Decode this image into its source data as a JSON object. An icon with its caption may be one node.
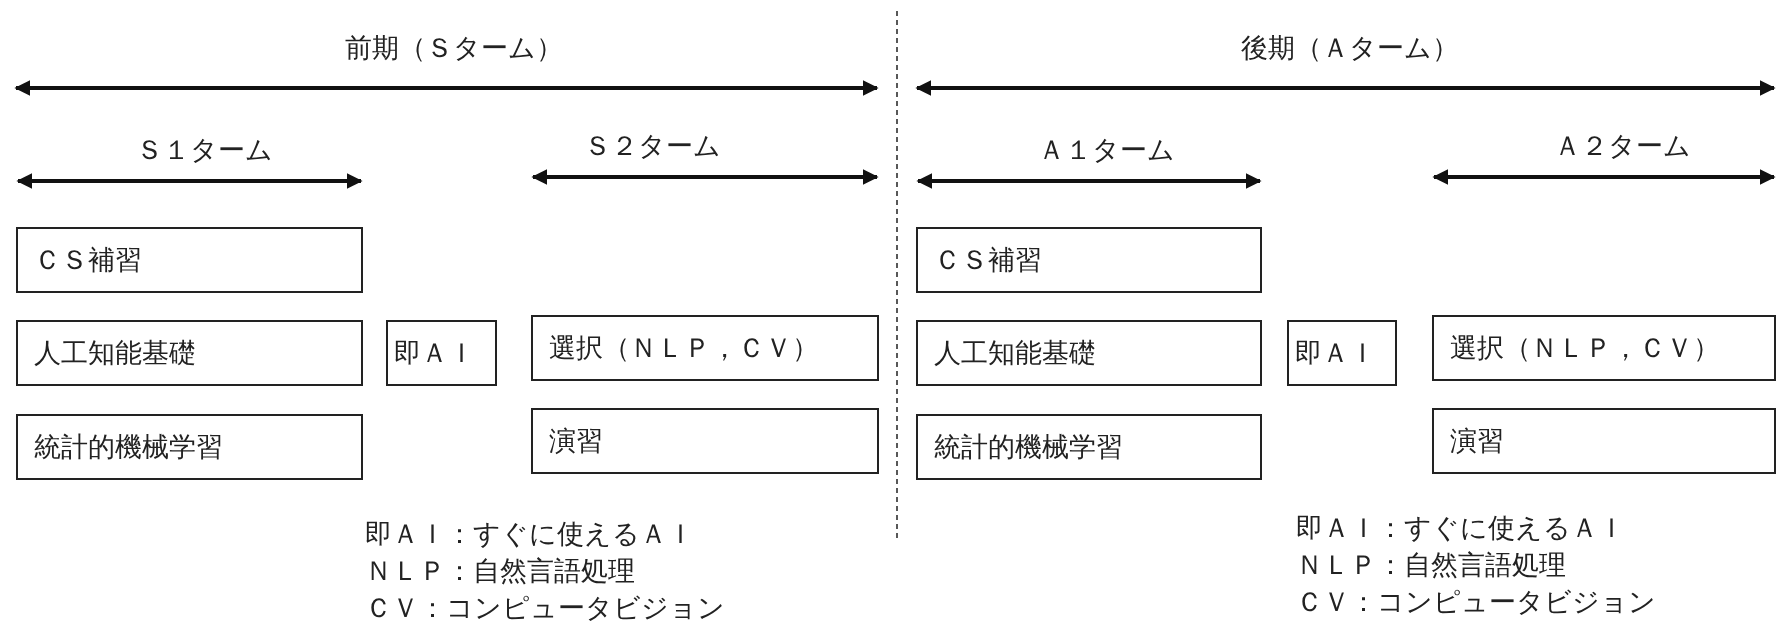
{
  "diagram": {
    "nodes": [
      {
        "text": [
          "ＣＳ補習"
        ]
      },
      {
        "text": [
          "人工知能基礎"
        ]
      },
      {
        "text": [
          "統計的機械学習"
        ]
      },
      {
        "text": [
          "即ＡＩ"
        ]
      },
      {
        "text": [
          "選択（ＮＬＰ，ＣＶ）"
        ]
      },
      {
        "text": [
          "演習"
        ]
      },
      {
        "text": [
          "ＣＳ補習"
        ]
      },
      {
        "text": [
          "人工知能基礎"
        ]
      },
      {
        "text": [
          "統計的機械学習"
        ]
      },
      {
        "text": [
          "即ＡＩ"
        ]
      },
      {
        "text": [
          "選択（ＮＬＰ，ＣＶ）"
        ]
      },
      {
        "text": [
          "演習"
        ]
      }
    ],
    "edges": [],
    "labels": [
      "前期（Ｓターム）",
      "後期（Ａターム）",
      "Ｓ１ターム",
      "Ｓ２ターム",
      "Ａ１ターム",
      "Ａ２ターム",
      "即ＡＩ：すぐに使えるＡＩ",
      "ＮＬＰ：自然言語処理",
      "ＣＶ：コンピュータビジョン",
      "即ＡＩ：すぐに使えるＡＩ",
      "ＮＬＰ：自然言語処理",
      "ＣＶ：コンピュータビジョン"
    ]
  }
}
